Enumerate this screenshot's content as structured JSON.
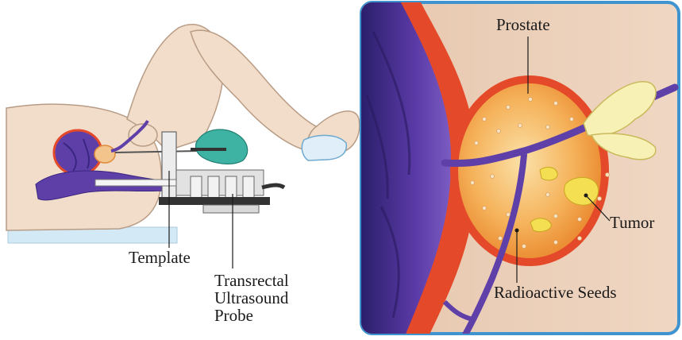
{
  "labels": {
    "prostate": "Prostate",
    "tumor": "Tumor",
    "radioactive_seeds": "Radioactive Seeds",
    "template": "Template",
    "probe_line1": "Transrectal",
    "probe_line2": "Ultrasound",
    "probe_line3": "Probe"
  },
  "colors": {
    "skin": "#f1ddc9",
    "rectal_wall": "#e44a2a",
    "prostate_fill": "#f2a23f",
    "nerve_purple": "#5f3fa8",
    "tumor_yellow": "#f4df53",
    "seed": "#f7e3c2",
    "glove": "#3fb3a3",
    "table": "#cfe6f4",
    "panel_border": "#3f94cf",
    "background_tissue": "#e8cdb6"
  }
}
